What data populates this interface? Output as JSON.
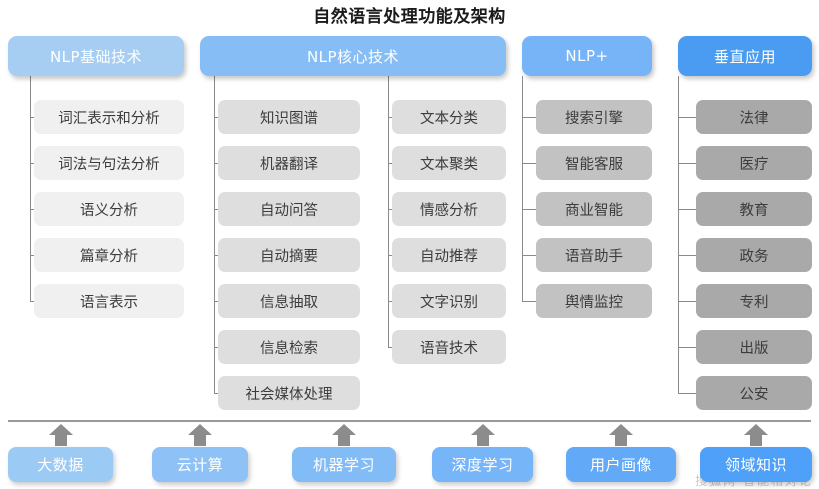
{
  "title": "自然语言处理功能及架构",
  "columns": [
    {
      "id": "basic",
      "header": "NLP基础技术",
      "header_color": "#a6cdf2",
      "leaf_color": "#f0f0f0",
      "groups": [
        {
          "items": [
            "词汇表示和分析",
            "词法与句法分析",
            "语义分析",
            "篇章分析",
            "语言表示"
          ]
        }
      ]
    },
    {
      "id": "core",
      "header": "NLP核心技术",
      "header_color": "#87bdf5",
      "leaf_color": "#dedede",
      "groups": [
        {
          "items": [
            "知识图谱",
            "机器翻译",
            "自动问答",
            "自动摘要",
            "信息抽取",
            "信息检索",
            "社会媒体处理"
          ]
        },
        {
          "items": [
            "文本分类",
            "文本聚类",
            "情感分析",
            "自动推荐",
            "文字识别",
            "语音技术"
          ]
        }
      ]
    },
    {
      "id": "plus",
      "header": "NLP+",
      "header_color": "#76b4f7",
      "leaf_color": "#c2c2c2",
      "groups": [
        {
          "items": [
            "搜索引擎",
            "智能客服",
            "商业智能",
            "语音助手",
            "舆情监控"
          ]
        }
      ]
    },
    {
      "id": "vertical",
      "header": "垂直应用",
      "header_color": "#4a9cf2",
      "leaf_color": "#a9a9a9",
      "groups": [
        {
          "items": [
            "法律",
            "医疗",
            "教育",
            "政务",
            "专利",
            "出版",
            "公安"
          ]
        }
      ]
    }
  ],
  "foundation": {
    "items": [
      {
        "label": "大数据",
        "color": "#9bcaf5"
      },
      {
        "label": "云计算",
        "color": "#8ec2f6"
      },
      {
        "label": "机器学习",
        "color": "#82bcf7"
      },
      {
        "label": "深度学习",
        "color": "#76b5f8"
      },
      {
        "label": "用户画像",
        "color": "#62aaf8"
      },
      {
        "label": "领域知识",
        "color": "#4ea0f9"
      }
    ],
    "arrow_color": "#8c8c8c",
    "arrow_icon": "arrow-up-icon"
  },
  "watermark": "搜狐网 智能相对论"
}
